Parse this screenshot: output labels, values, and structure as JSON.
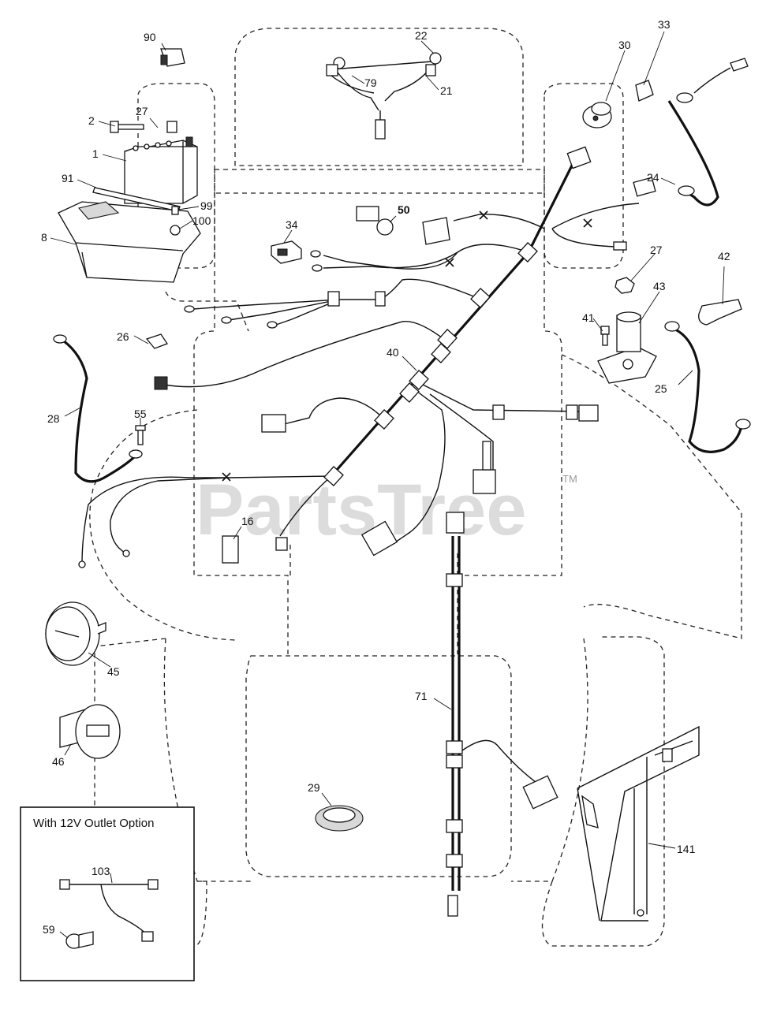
{
  "watermark": {
    "text": "PartsTree",
    "trademark": "TM"
  },
  "inset": {
    "title": "With 12V Outlet Option"
  },
  "callouts": [
    {
      "id": "c90",
      "label": "90"
    },
    {
      "id": "c27a",
      "label": "27"
    },
    {
      "id": "c2",
      "label": "2"
    },
    {
      "id": "c1",
      "label": "1"
    },
    {
      "id": "c91",
      "label": "91"
    },
    {
      "id": "c99",
      "label": "99"
    },
    {
      "id": "c100",
      "label": "100"
    },
    {
      "id": "c8",
      "label": "8"
    },
    {
      "id": "c22",
      "label": "22"
    },
    {
      "id": "c79",
      "label": "79"
    },
    {
      "id": "c21",
      "label": "21"
    },
    {
      "id": "c30",
      "label": "30"
    },
    {
      "id": "c33",
      "label": "33"
    },
    {
      "id": "c24",
      "label": "24"
    },
    {
      "id": "c50",
      "label": "50"
    },
    {
      "id": "c34",
      "label": "34"
    },
    {
      "id": "c27b",
      "label": "27"
    },
    {
      "id": "c42",
      "label": "42"
    },
    {
      "id": "c43",
      "label": "43"
    },
    {
      "id": "c41",
      "label": "41"
    },
    {
      "id": "c25",
      "label": "25"
    },
    {
      "id": "c26",
      "label": "26"
    },
    {
      "id": "c40",
      "label": "40"
    },
    {
      "id": "c28",
      "label": "28"
    },
    {
      "id": "c55",
      "label": "55"
    },
    {
      "id": "c16",
      "label": "16"
    },
    {
      "id": "c45",
      "label": "45"
    },
    {
      "id": "c46",
      "label": "46"
    },
    {
      "id": "c71",
      "label": "71"
    },
    {
      "id": "c29",
      "label": "29"
    },
    {
      "id": "c141",
      "label": "141"
    },
    {
      "id": "c103",
      "label": "103"
    },
    {
      "id": "c59",
      "label": "59"
    }
  ]
}
